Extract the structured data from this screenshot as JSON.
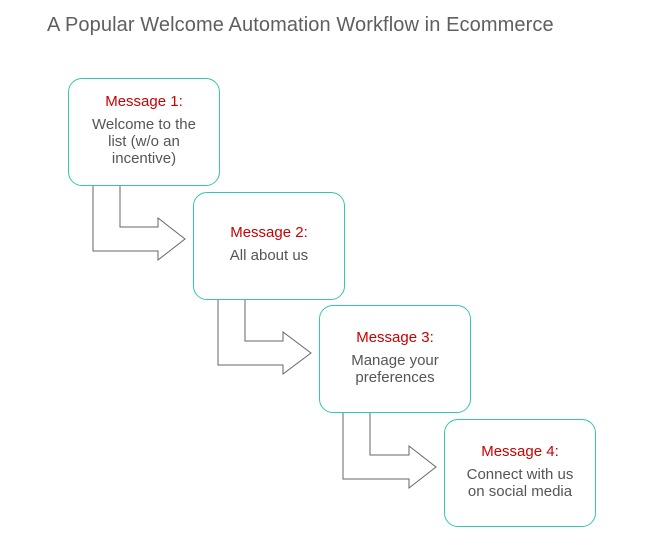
{
  "title": "A Popular Welcome Automation Workflow in Ecommerce",
  "colors": {
    "box_border": "#35c6b0",
    "heading": "#cc0000",
    "body_text": "#555555",
    "arrow_stroke": "#666666"
  },
  "steps": [
    {
      "heading": "Message 1:",
      "body": "Welcome to the\nlist  (w/o an\nincentive)"
    },
    {
      "heading": "Message 2:",
      "body": "All about us"
    },
    {
      "heading": "Message 3:",
      "body": "Manage your\npreferences"
    },
    {
      "heading": "Message 4:",
      "body": "Connect with us\non social media"
    }
  ],
  "arrow_icons": [
    "bent-arrow-right-icon",
    "bent-arrow-right-icon",
    "bent-arrow-right-icon"
  ]
}
